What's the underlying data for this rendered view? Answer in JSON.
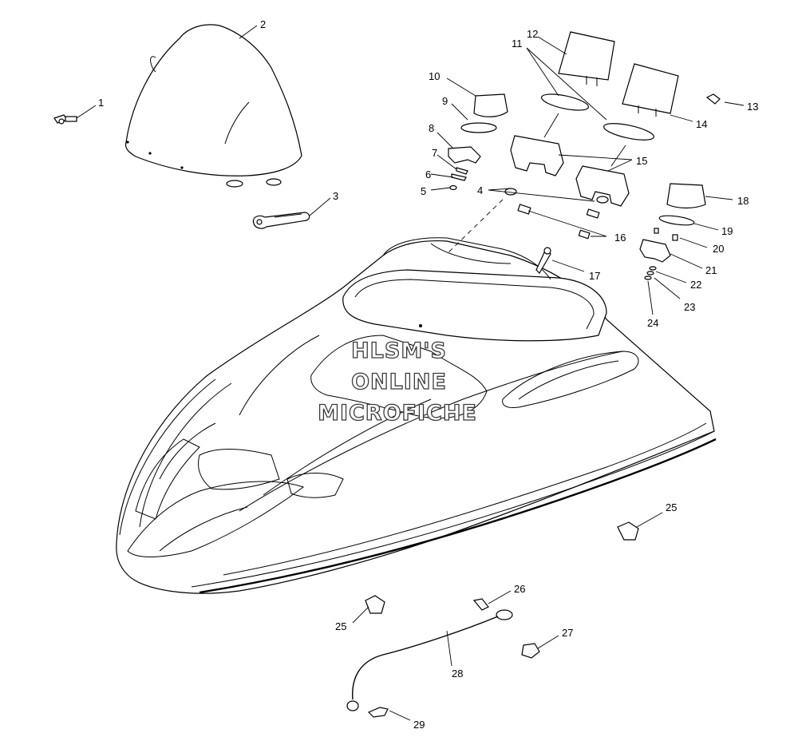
{
  "watermark": {
    "line1": "HLSM'S",
    "line2": "ONLINE",
    "line3": "MICROFICHE"
  },
  "callouts": [
    "1",
    "2",
    "3",
    "4",
    "5",
    "6",
    "7",
    "8",
    "9",
    "10",
    "11",
    "12",
    "13",
    "14",
    "15",
    "16",
    "17",
    "18",
    "19",
    "20",
    "21",
    "22",
    "23",
    "24",
    "25",
    "25",
    "26",
    "27",
    "28",
    "29"
  ]
}
